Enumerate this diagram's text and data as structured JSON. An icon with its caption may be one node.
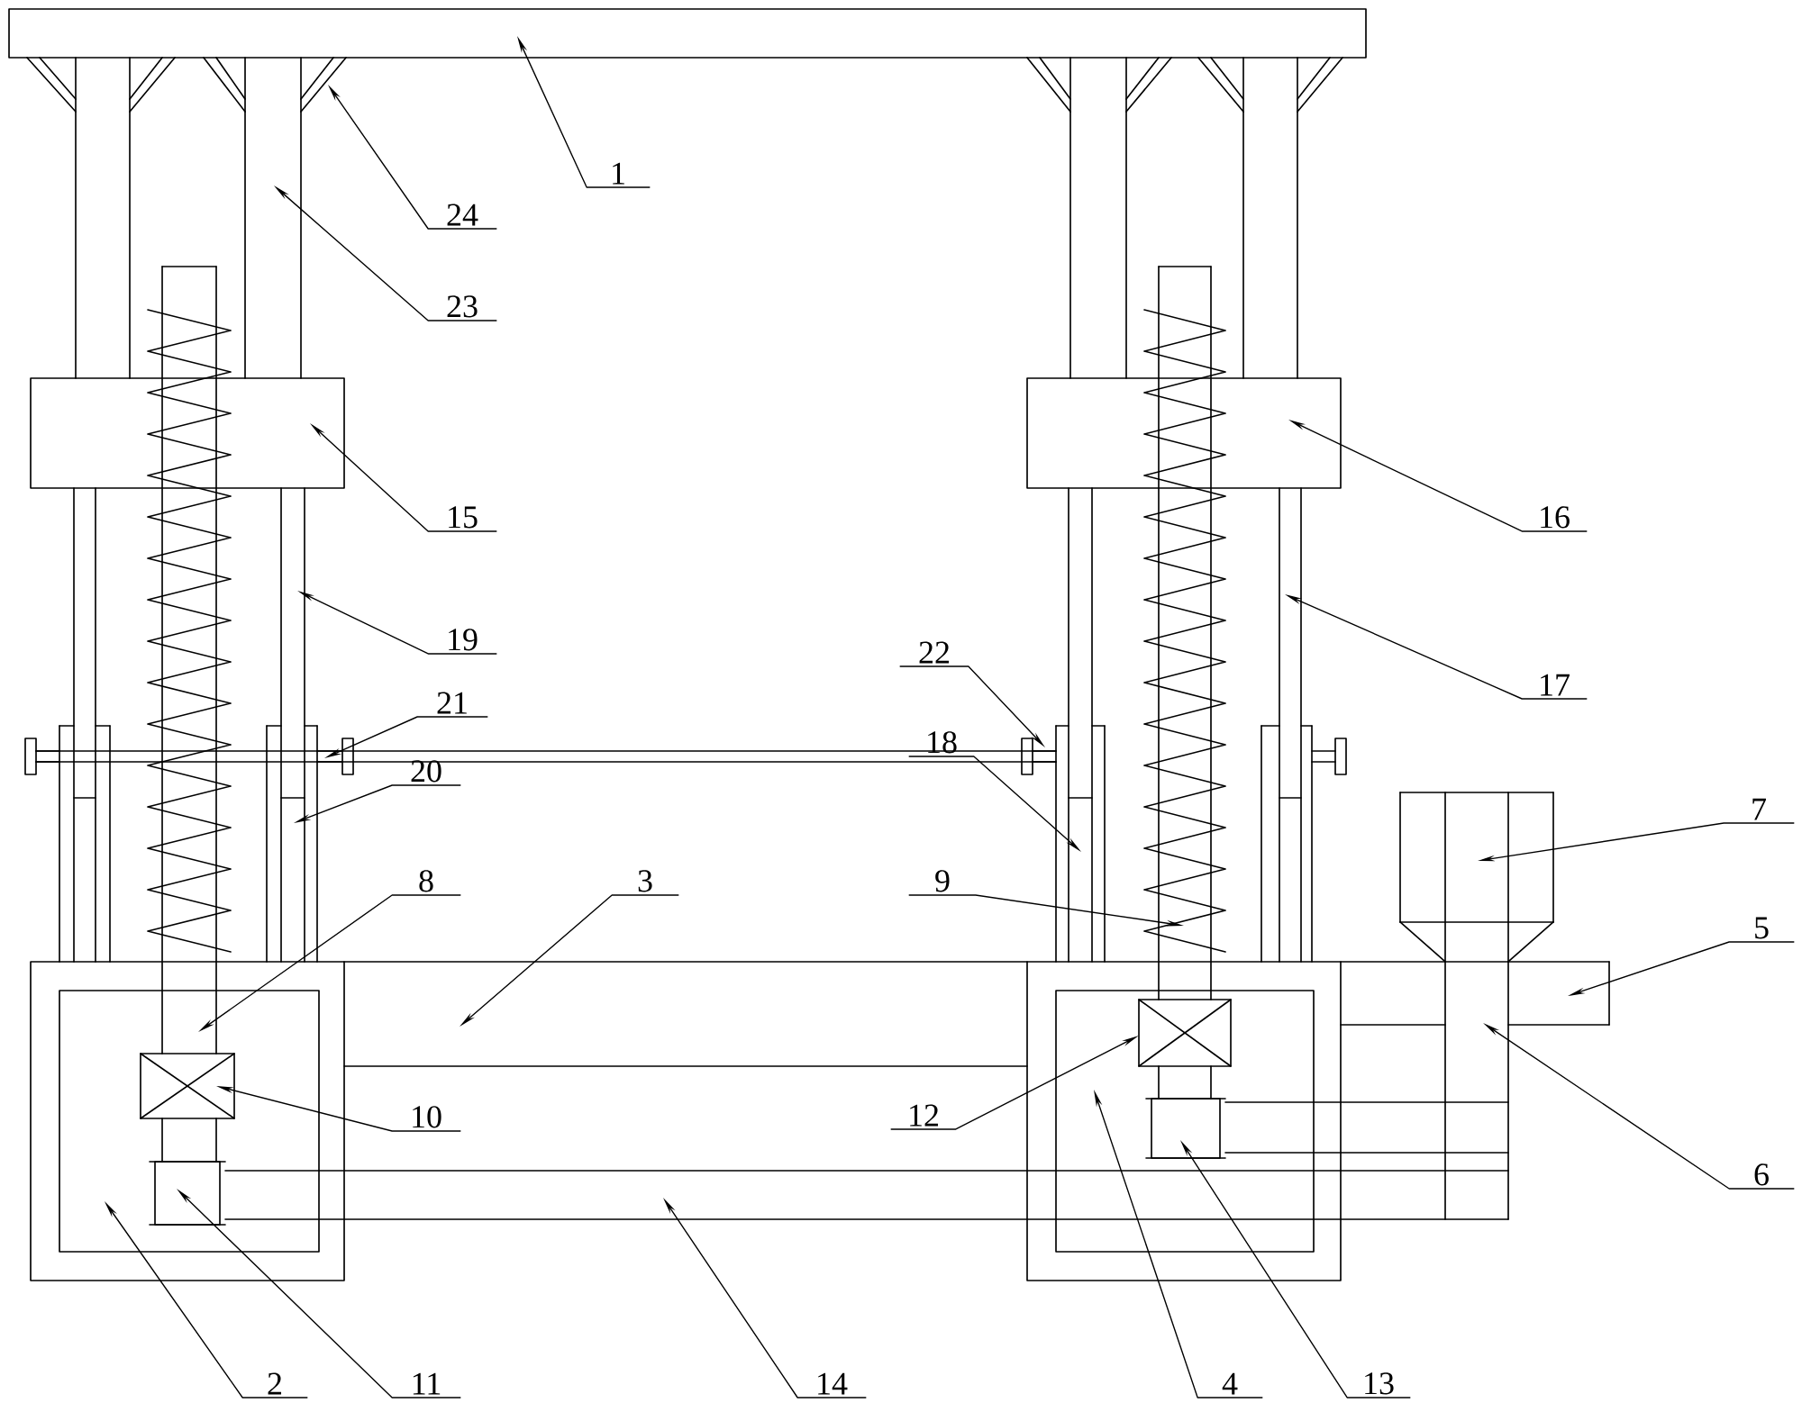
{
  "diagram": {
    "nodes": [
      {
        "text": [
          "1"
        ]
      },
      {
        "text": [
          "24"
        ]
      },
      {
        "text": [
          "23"
        ]
      },
      {
        "text": [
          "15"
        ]
      },
      {
        "text": [
          "16"
        ]
      },
      {
        "text": [
          "19"
        ]
      },
      {
        "text": [
          "22"
        ]
      },
      {
        "text": [
          "17"
        ]
      },
      {
        "text": [
          "21"
        ]
      },
      {
        "text": [
          "18"
        ]
      },
      {
        "text": [
          "20"
        ]
      },
      {
        "text": [
          "7"
        ]
      },
      {
        "text": [
          "8"
        ]
      },
      {
        "text": [
          "3"
        ]
      },
      {
        "text": [
          "9"
        ]
      },
      {
        "text": [
          "5"
        ]
      },
      {
        "text": [
          "10"
        ]
      },
      {
        "text": [
          "12"
        ]
      },
      {
        "text": [
          "6"
        ]
      },
      {
        "text": [
          "2"
        ]
      },
      {
        "text": [
          "11"
        ]
      },
      {
        "text": [
          "14"
        ]
      },
      {
        "text": [
          "4"
        ]
      },
      {
        "text": [
          "13"
        ]
      }
    ],
    "edges": [
      {
        "from": 0,
        "to": null,
        "arrow": "to"
      },
      {
        "from": 1,
        "to": null,
        "arrow": "to"
      },
      {
        "from": 2,
        "to": null,
        "arrow": "to"
      },
      {
        "from": 3,
        "to": null,
        "arrow": "to"
      },
      {
        "from": 4,
        "to": null,
        "arrow": "to"
      },
      {
        "from": 5,
        "to": null,
        "arrow": "to"
      },
      {
        "from": 6,
        "to": null,
        "arrow": "to"
      },
      {
        "from": 7,
        "to": null,
        "arrow": "to"
      },
      {
        "from": 8,
        "to": null,
        "arrow": "to"
      },
      {
        "from": 9,
        "to": null,
        "arrow": "to"
      },
      {
        "from": 10,
        "to": null,
        "arrow": "to"
      },
      {
        "from": 11,
        "to": null,
        "arrow": "to"
      },
      {
        "from": 12,
        "to": null,
        "arrow": "to"
      },
      {
        "from": 13,
        "to": null,
        "arrow": "to"
      },
      {
        "from": 14,
        "to": null,
        "arrow": "to"
      },
      {
        "from": 15,
        "to": null,
        "arrow": "to"
      },
      {
        "from": 16,
        "to": null,
        "arrow": "to"
      },
      {
        "from": 17,
        "to": null,
        "arrow": "to"
      },
      {
        "from": 18,
        "to": null,
        "arrow": "to"
      },
      {
        "from": 19,
        "to": null,
        "arrow": "to"
      },
      {
        "from": 20,
        "to": null,
        "arrow": "to"
      },
      {
        "from": 21,
        "to": null,
        "arrow": "to"
      },
      {
        "from": 22,
        "to": null,
        "arrow": "to"
      },
      {
        "from": 23,
        "to": null,
        "arrow": "to"
      }
    ]
  }
}
